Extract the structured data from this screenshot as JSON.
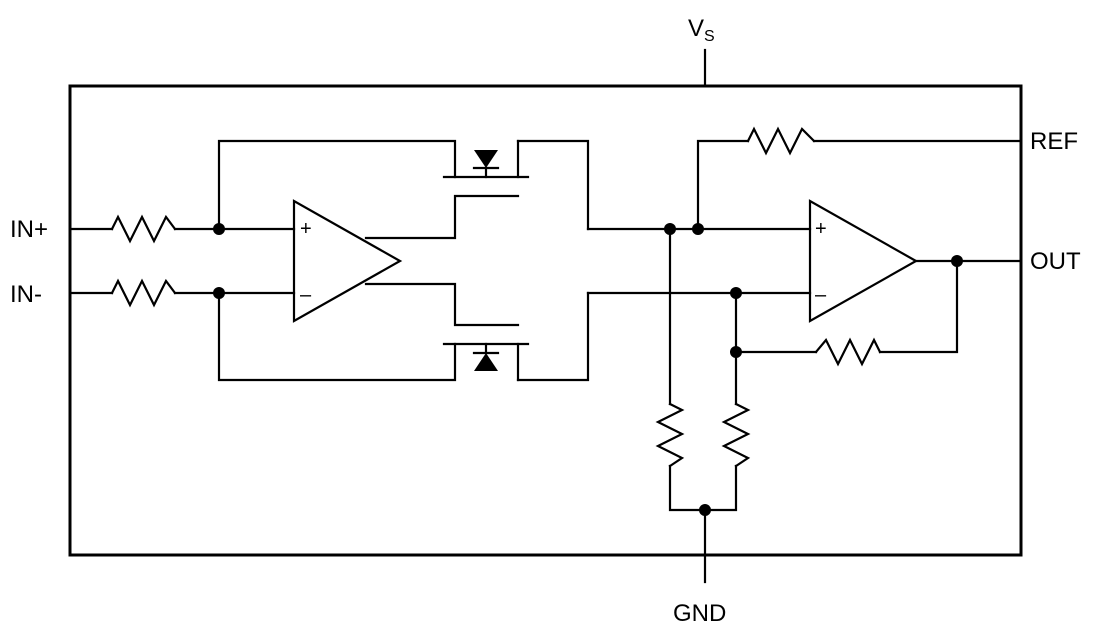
{
  "pins": {
    "vs_main": "V",
    "vs_sub": "S",
    "in_plus": "IN+",
    "in_minus": "IN-",
    "ref": "REF",
    "out": "OUT",
    "gnd": "GND"
  },
  "amplifiers": {
    "input_plus": "+",
    "input_minus": "–",
    "output_plus": "+",
    "output_minus": "–"
  }
}
